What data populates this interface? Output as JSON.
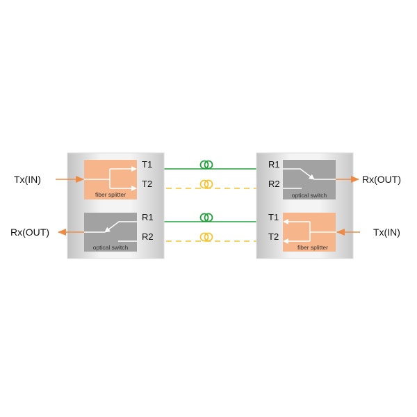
{
  "colors": {
    "orange": "#ef8a45",
    "splitter": "#f7b58b",
    "switch": "#a2a2a2",
    "green": "#22a03c",
    "yellow": "#f5c431"
  },
  "left": {
    "input_label": "Tx(IN)",
    "output_label": "Rx(OUT)",
    "splitter_label": "fiber splitter",
    "switch_label": "optical switch",
    "ports": {
      "t1": "T1",
      "t2": "T2",
      "r1": "R1",
      "r2": "R2"
    }
  },
  "right": {
    "input_label": "Tx(IN)",
    "output_label": "Rx(OUT)",
    "splitter_label": "fiber splitter",
    "switch_label": "optical switch",
    "ports": {
      "r1": "R1",
      "r2": "R2",
      "t1": "T1",
      "t2": "T2"
    }
  }
}
